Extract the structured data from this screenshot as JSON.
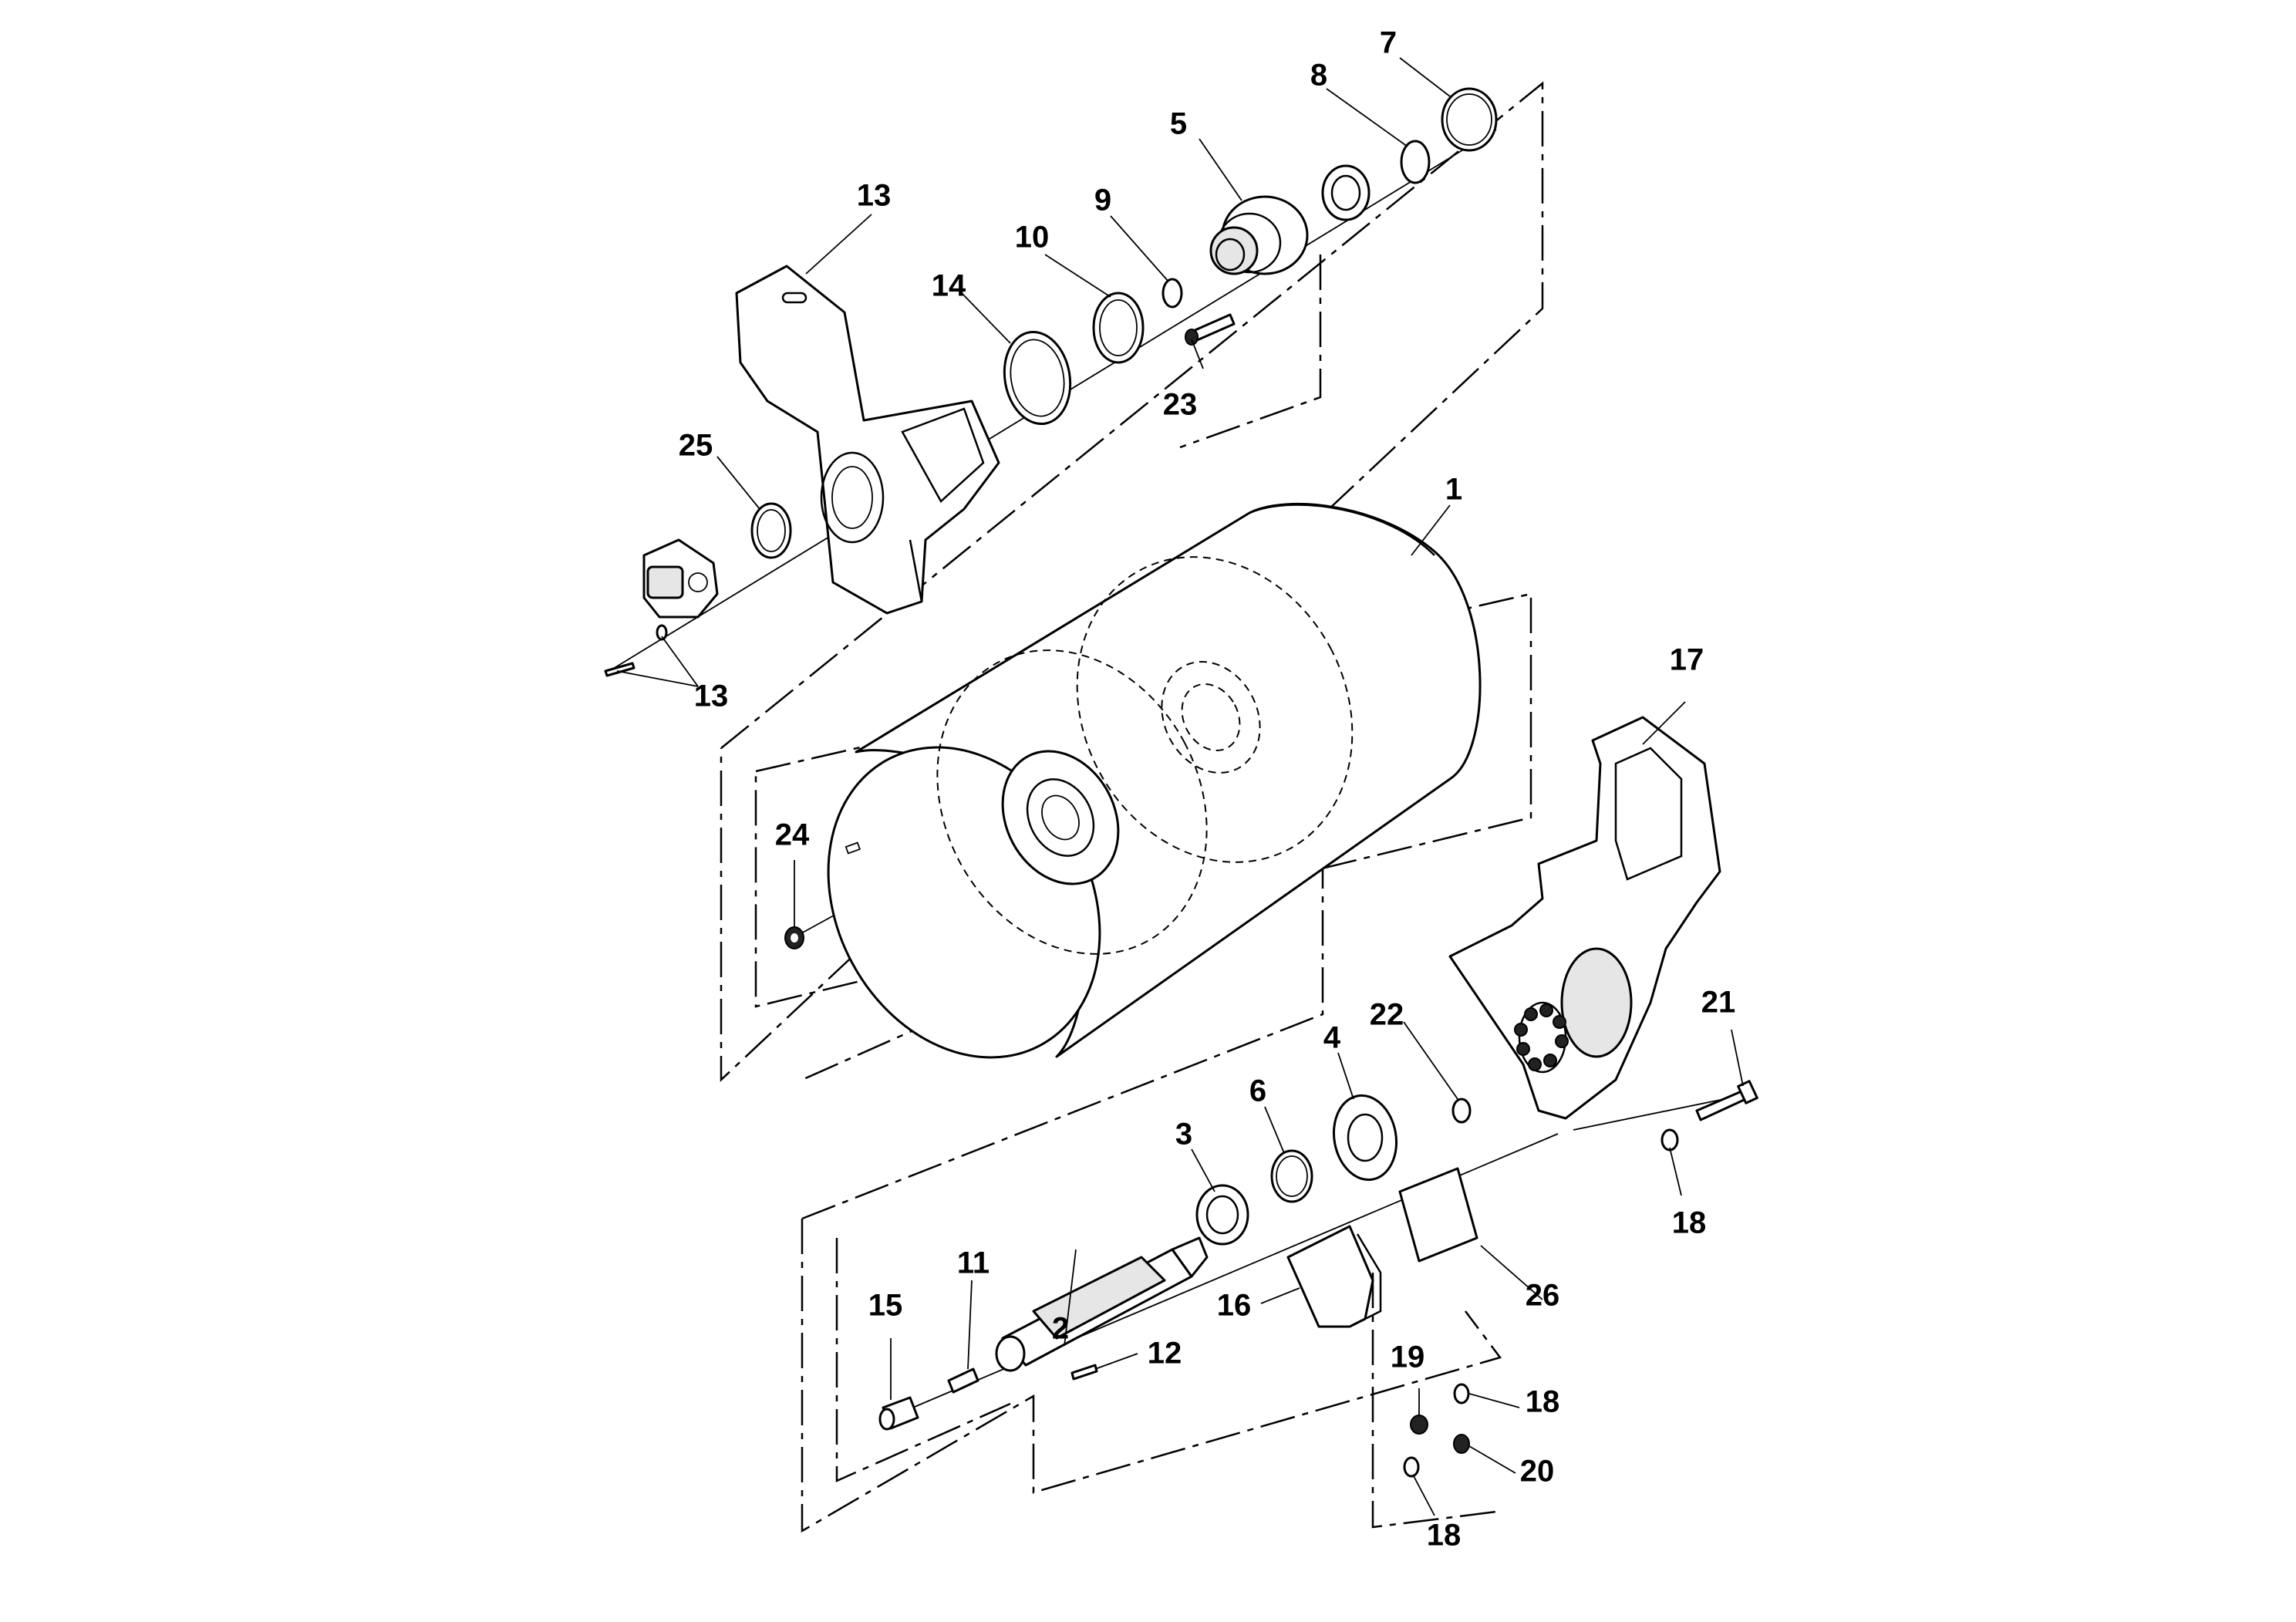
{
  "colors": {
    "ink": "#000000",
    "paper": "#ffffff"
  },
  "callouts": [
    {
      "id": "c1",
      "text": "1"
    },
    {
      "id": "c2",
      "text": "2"
    },
    {
      "id": "c3",
      "text": "3"
    },
    {
      "id": "c4",
      "text": "4"
    },
    {
      "id": "c5",
      "text": "5"
    },
    {
      "id": "c6",
      "text": "6"
    },
    {
      "id": "c7",
      "text": "7"
    },
    {
      "id": "c8",
      "text": "8"
    },
    {
      "id": "c9",
      "text": "9"
    },
    {
      "id": "c10",
      "text": "10"
    },
    {
      "id": "c11",
      "text": "11"
    },
    {
      "id": "c12",
      "text": "12"
    },
    {
      "id": "c13a",
      "text": "13"
    },
    {
      "id": "c13b",
      "text": "13"
    },
    {
      "id": "c14",
      "text": "14"
    },
    {
      "id": "c15",
      "text": "15"
    },
    {
      "id": "c16",
      "text": "16"
    },
    {
      "id": "c17",
      "text": "17"
    },
    {
      "id": "c18a",
      "text": "18"
    },
    {
      "id": "c18b",
      "text": "18"
    },
    {
      "id": "c18c",
      "text": "18"
    },
    {
      "id": "c19",
      "text": "19"
    },
    {
      "id": "c20",
      "text": "20"
    },
    {
      "id": "c21",
      "text": "21"
    },
    {
      "id": "c22",
      "text": "22"
    },
    {
      "id": "c23",
      "text": "23"
    },
    {
      "id": "c24",
      "text": "24"
    },
    {
      "id": "c25",
      "text": "25"
    },
    {
      "id": "c26",
      "text": "26"
    }
  ]
}
